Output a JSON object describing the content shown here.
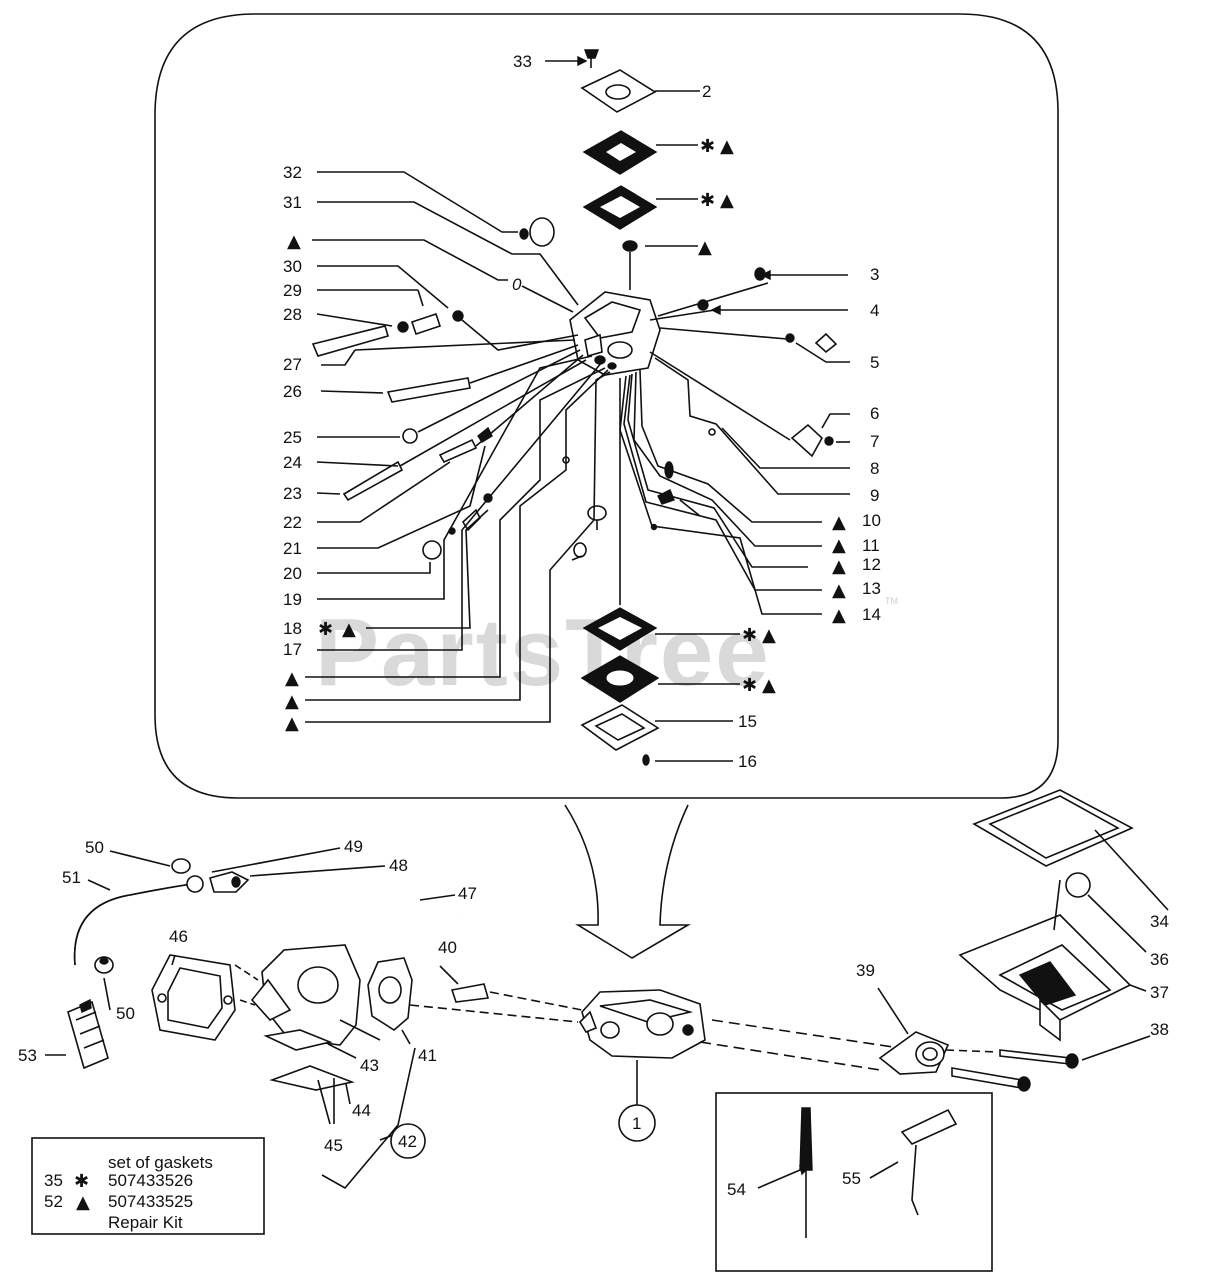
{
  "watermark": {
    "text": "PartsTree",
    "tm": "TM"
  },
  "labels": {
    "n1": "1",
    "n2": "2",
    "n3": "3",
    "n4": "4",
    "n5": "5",
    "n6": "6",
    "n7": "7",
    "n8": "8",
    "n9": "9",
    "n10": "10",
    "n11": "11",
    "n12": "12",
    "n13": "13",
    "n14": "14",
    "n15": "15",
    "n16": "16",
    "n17": "17",
    "n18": "18",
    "n19": "19",
    "n20": "20",
    "n21": "21",
    "n22": "22",
    "n23": "23",
    "n24": "24",
    "n25": "25",
    "n26": "26",
    "n27": "27",
    "n28": "28",
    "n29": "29",
    "n30": "30",
    "n31": "31",
    "n32": "32",
    "n33": "33",
    "n34": "34",
    "n36": "36",
    "n37": "37",
    "n38": "38",
    "n39": "39",
    "n40": "40",
    "n41": "41",
    "n42": "42",
    "n43": "43",
    "n44": "44",
    "n45": "45",
    "n46": "46",
    "n47": "47",
    "n48": "48",
    "n49": "49",
    "n50a": "50",
    "n50b": "50",
    "n51": "51",
    "n53": "53",
    "n54": "54",
    "n55": "55"
  },
  "symbols": {
    "gasket": "✱",
    "kit": "▲"
  },
  "legend": {
    "title": "set of gaskets",
    "row1_no": "35",
    "row1_sym": "✱",
    "row1_part": "507433526",
    "row2_no": "52",
    "row2_sym": "▲",
    "row2_part": "507433525",
    "row2_desc": "Repair Kit"
  }
}
